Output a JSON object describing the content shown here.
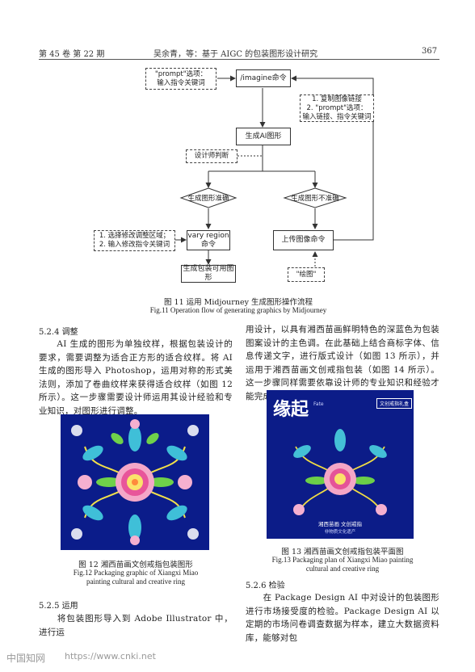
{
  "header": {
    "left": "第 45 卷   第 22 期",
    "center": "吴余青，等：基于 AIGC 的包装图形设计研究",
    "right": "367"
  },
  "flowchart": {
    "prompt_note": "\"prompt\"选项：\n输入指令关键词",
    "imagine": "/imagine命令",
    "right_note": "1. 复制图像链接\n2. \"prompt\"选项：\n输入链接、指令关键词",
    "generate": "生成AI图形",
    "judge": "设计师判断",
    "accurate": "生成图形准确",
    "inaccurate": "生成图形不准确",
    "vary_note": "1. 选择修改调整区域；\n2. 输入修改指令关键词",
    "vary": "vary region命令",
    "upload": "上传图像命令",
    "sketch": "\"绘图\"",
    "final": "生成包装可用图形"
  },
  "fig11": {
    "zh": "图 11    运用 Midjourney 生成图形操作流程",
    "en": "Fig.11 Operation flow of generating graphics by Midjourney"
  },
  "left_col": {
    "heading": "5.2.4    调整",
    "para1": "　　AI 生成的图形为单独纹样，根据包装设计的要求，需要调整为适合正方形的适合纹样。将 AI 生成的图形导入 Photoshop，运用对称的形式美法则，添加了卷曲纹样来获得适合纹样（如图 12 所示）。这一步骤需要设计师运用其设计经验和专业知识，对图形进行调整。",
    "fig12_zh": "图 12    湘西苗画文创戒指包装图形",
    "fig12_en1": "Fig.12 Packaging graphic of Xiangxi Miao",
    "fig12_en2": "painting cultural and creative ring",
    "heading2": "5.2.5    运用",
    "para2": "　　将包装图形导入到 Adobe Illustrator 中，进行运"
  },
  "right_col": {
    "para1": "用设计，以具有湘西苗画鲜明特色的深蓝色为包装图案设计的主色调。在此基础上结合商标字体、信息传递文字，进行版式设计（如图 13 所示），并运用于湘西苗画文创戒指包装（如图 14 所示）。这一步骤同样需要依靠设计师的专业知识和经验才能完成。",
    "pkg_title": "缘起",
    "pkg_tag": "文创戒指礼盒",
    "pkg_sub": "Fate",
    "pkg_bottom1": "湘西苗画  文创戒指",
    "pkg_bottom2": "非物质文化遗产",
    "fig13_zh": "图 13    湘西苗画文创戒指包装平面图",
    "fig13_en1": "Fig.13 Packaging plan of Xiangxi Miao painting",
    "fig13_en2": "cultural and creative ring",
    "heading": "5.2.6    检验",
    "para2": "　　在 Package Design AI 中对设计的包装图形进行市场接受度的检验。Package Design AI 以定期的市场问卷调查数据为样本，建立大数据资料库，能够对包"
  },
  "footer": {
    "logo": "中国知网",
    "url": "https://www.cnki.net"
  },
  "colors": {
    "navy": "#0d1f8c",
    "arrow": "#333333"
  }
}
